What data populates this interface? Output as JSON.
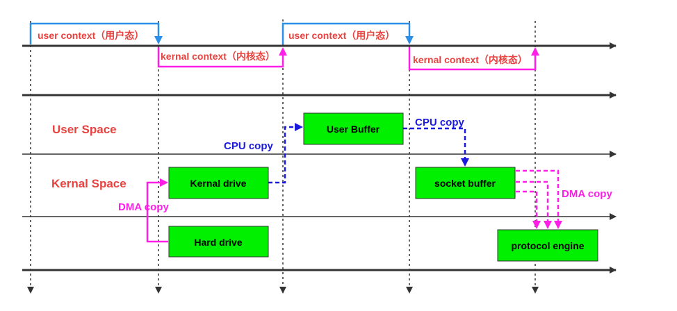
{
  "contexts": {
    "user_1": "user context（用户态）",
    "kernel_1": "kernal context（内核态）",
    "user_2": "user context（用户态）",
    "kernel_2": "kernal context（内核态）"
  },
  "spaces": {
    "user_space": "User Space",
    "kernel_space": "Kernal Space"
  },
  "boxes": {
    "user_buffer": "User Buffer",
    "kernel_drive": "Kernal drive",
    "hard_drive": "Hard drive",
    "socket_buffer": "socket buffer",
    "protocol_engine": "protocol engine"
  },
  "copies": {
    "cpu_copy_1": "CPU copy",
    "cpu_copy_2": "CPU copy",
    "dma_copy_1": "DMA copy",
    "dma_copy_2": "DMA copy"
  },
  "colors": {
    "user_context": "#2b8fe8",
    "kernel_context": "#ff1ee8",
    "label_red": "#e8423f",
    "cpu_copy": "#1a1adc",
    "dma_copy": "#ff1ee8",
    "box_fill": "#00f000",
    "line": "#333333"
  }
}
